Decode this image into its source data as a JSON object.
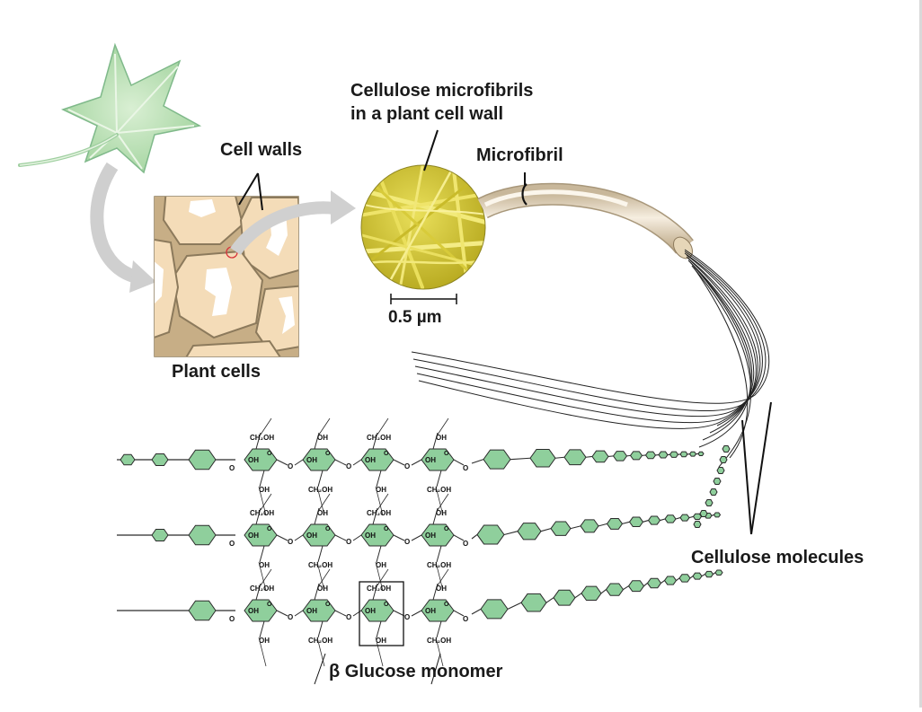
{
  "labels": {
    "cell_walls": "Cell walls",
    "plant_cells": "Plant cells",
    "cellulose_microfibrils_line1": "Cellulose microfibrils",
    "cellulose_microfibrils_line2": "in a plant cell wall",
    "microfibril": "Microfibril",
    "scale_bar": "0.5 µm",
    "cellulose_molecules": "Cellulose molecules",
    "beta_glucose_monomer": "β Glucose monomer"
  },
  "chem": {
    "ch2oh": "CH₂OH",
    "oh": "OH",
    "o": "O"
  },
  "colors": {
    "leaf": "#a9d8a6",
    "ring": "#d8c9a8",
    "ring_fill": "#f3d9b4",
    "cell_outline": "#8c7a5c",
    "hexagon": "#8fcf9c",
    "microfibril": "#e4d6c0",
    "arrow": "#c8c8c8",
    "micrograph": "#d9cc3a"
  }
}
